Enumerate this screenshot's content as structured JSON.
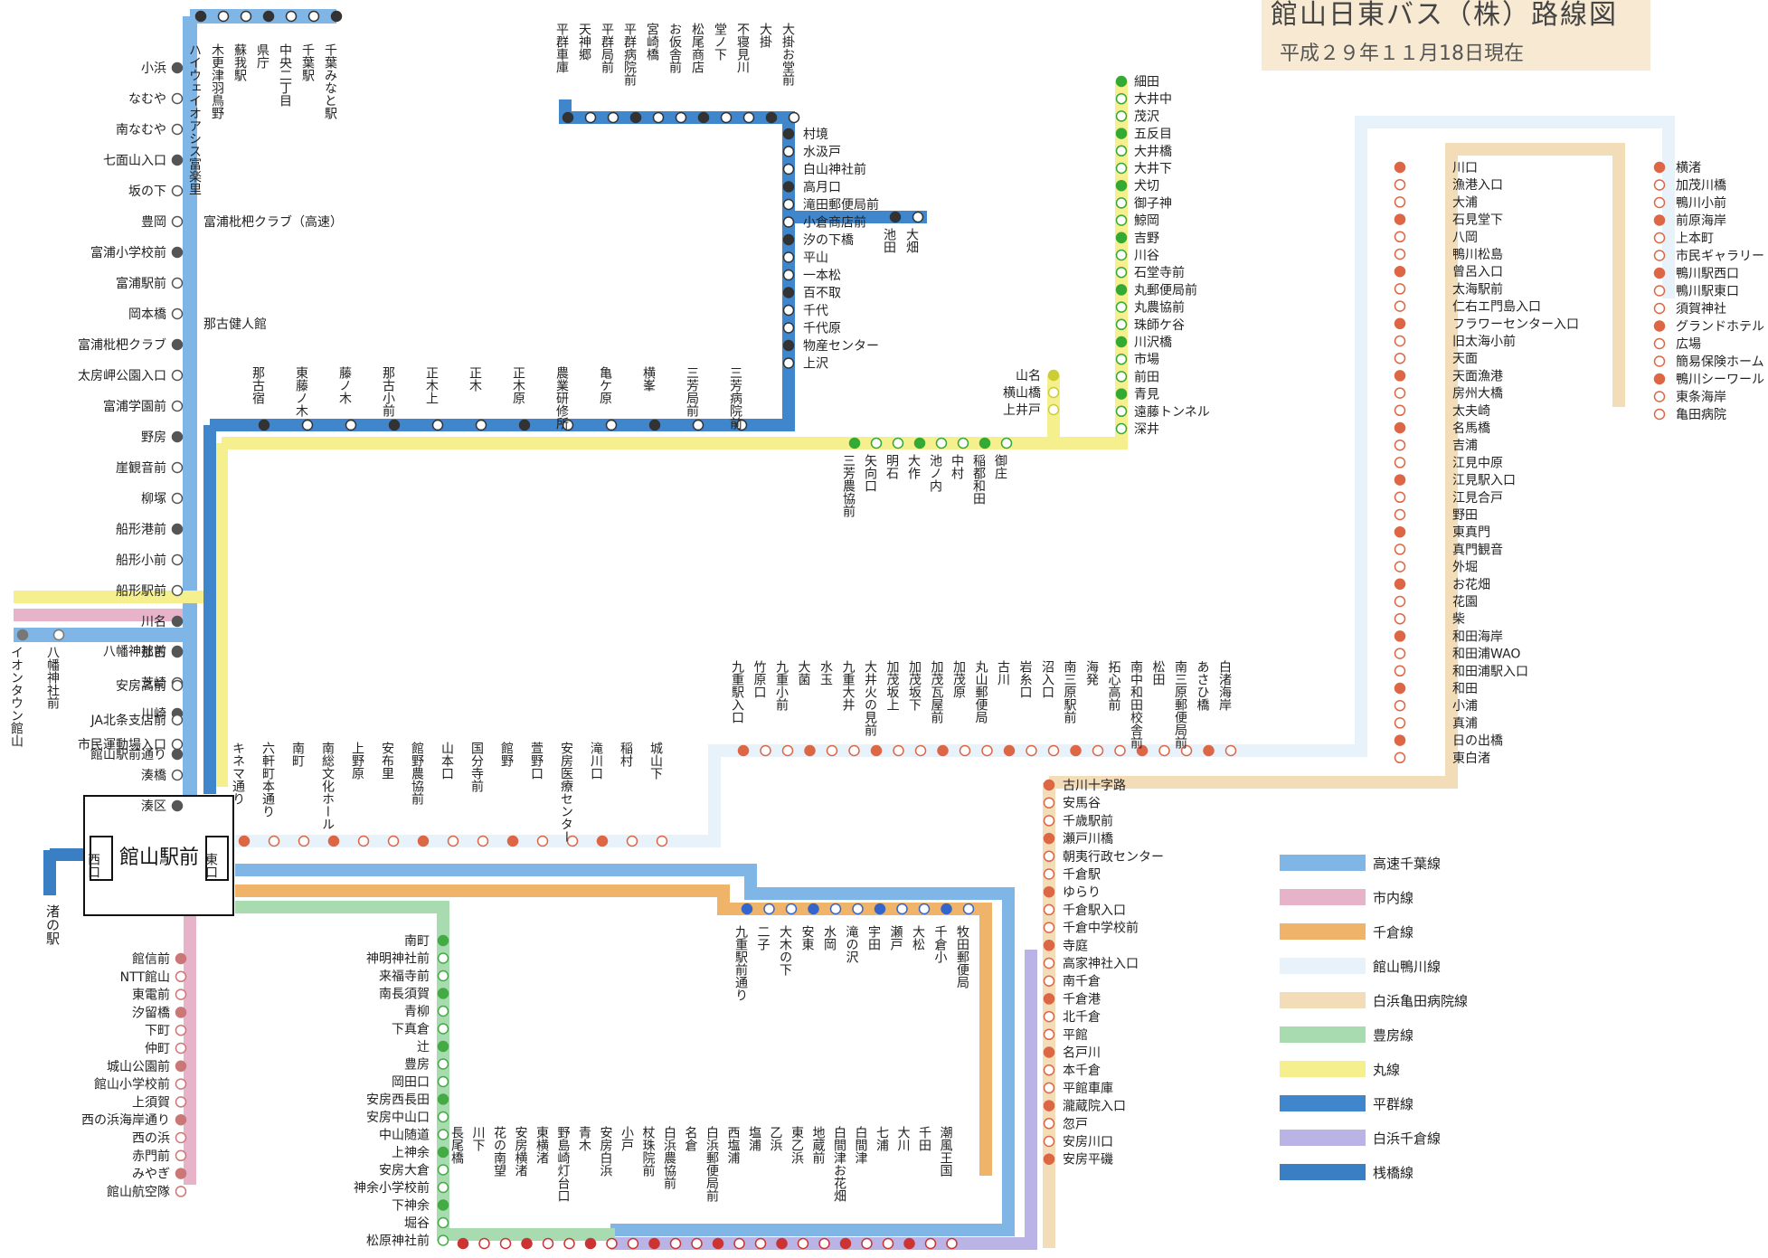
{
  "header": {
    "title": "館山日東バス（株）路線図",
    "date": "平成２９年１１月18日現在"
  },
  "legend": [
    {
      "name": "高速千葉線",
      "color": "#7fb6e6"
    },
    {
      "name": "市内線",
      "color": "#e6b3c9"
    },
    {
      "name": "千倉線",
      "color": "#f0b36a"
    },
    {
      "name": "館山鴨川線",
      "color": "#e8f2fb"
    },
    {
      "name": "白浜亀田病院線",
      "color": "#f3dcb8"
    },
    {
      "name": "豊房線",
      "color": "#a8dcb0"
    },
    {
      "name": "丸線",
      "color": "#f6ef8e"
    },
    {
      "name": "平群線",
      "color": "#3f86cc"
    },
    {
      "name": "白浜千倉線",
      "color": "#b9b3e6"
    },
    {
      "name": "桟橋線",
      "color": "#3a7fc4"
    }
  ],
  "center": {
    "station": "館山駅前",
    "west_exit": "西口",
    "east_exit": "東口",
    "nagisa": "渚の駅"
  },
  "kosoku_top": [
    "千葉みなと駅",
    "千葉駅",
    "中央二丁目",
    "県庁",
    "蘇我駅",
    "木更津羽鳥野",
    "ハイウェイオアシス富楽里"
  ],
  "kosoku_left": [
    "小浜",
    "なむや",
    "南なむや",
    "七面山入口",
    "坂の下",
    "豊岡",
    "富浦小学校前",
    "富浦駅前",
    "岡本橋",
    "富浦枇杷クラブ",
    "太房岬公園入口",
    "富浦学園前",
    "野房",
    "崖観音前",
    "柳塚",
    "船形港前",
    "船形小前",
    "船形駅前",
    "川名",
    "那古",
    "芝崎",
    "川崎",
    "市民運動場入口",
    "湊橋",
    "湊区"
  ],
  "kosoku_extra": {
    "biwa": "富浦枇杷クラブ（高速）",
    "nago_ken": "那古健人館"
  },
  "left_lower": [
    "八幡神社前",
    "安房高前",
    "JA北条支店前",
    "館山駅前通り"
  ],
  "left_vertical": [
    "イオンタウン館山",
    "八幡神社前"
  ],
  "heguri_row": [
    "那古宿",
    "東藤ノ木",
    "藤ノ木",
    "那古小前",
    "正木上",
    "正木",
    "正木原",
    "農業研修所",
    "亀ケ原",
    "横峯",
    "三芳局前",
    "三芳病院前"
  ],
  "heguri_top": [
    "平群車庫",
    "天神郷",
    "平群局前",
    "平群病院前",
    "宮崎橋",
    "お仮舎前",
    "松尾商店",
    "堂ノ下",
    "不寝見川",
    "大掛",
    "大掛お堂前"
  ],
  "heguri_right": [
    "村境",
    "水汲戸",
    "白山神社前",
    "高月口",
    "滝田郵便局前",
    "小倉商店前",
    "汐の下橋",
    "平山",
    "一本松",
    "百不取",
    "千代",
    "千代原",
    "物産センター",
    "上沢"
  ],
  "heguri_branch": [
    "池田",
    "大畑"
  ],
  "maru_top": [
    "細田",
    "大井中",
    "茂沢",
    "五反目",
    "大井橋",
    "大井下",
    "犬切",
    "御子神",
    "鯨岡",
    "吉野",
    "川谷",
    "石堂寺前",
    "丸郵便局前",
    "丸農協前",
    "珠師ケ谷",
    "川沢橋",
    "市場",
    "前田",
    "青見",
    "遠藤トンネル",
    "深井"
  ],
  "maru_row": [
    "三芳農協前",
    "矢向口",
    "明石",
    "大作",
    "池ノ内",
    "中村",
    "稲都和田",
    "御庄"
  ],
  "yamana": [
    "山名",
    "横山橋",
    "上井戸"
  ],
  "shinai_left": [
    "館信前",
    "NTT館山",
    "東電前",
    "汐留橋",
    "下町",
    "仲町",
    "城山公園前",
    "館山小学校前",
    "上須賀",
    "西の浜海岸通り",
    "西の浜",
    "赤門前",
    "みやぎ",
    "館山航空隊"
  ],
  "kamogawa_row": [
    "九重駅入口",
    "竹原口",
    "九重小前",
    "大菌",
    "水玉",
    "九重大井",
    "大井火の見前",
    "加茂坂上",
    "加茂坂下",
    "加茂瓦屋前",
    "加茂原",
    "丸山郵便局",
    "古川",
    "岩糸口",
    "沼入口",
    "南三原駅前",
    "海発",
    "拓心高前",
    "南中和田校舎前",
    "松田",
    "南三原郵便局前",
    "あさひ橋",
    "白渚海岸"
  ],
  "hojo_row": [
    "キネマ通り",
    "六軒町本通り",
    "南町",
    "南総文化ホール",
    "上野原",
    "安布里",
    "館野農協前",
    "山本口",
    "国分寺前",
    "館野",
    "萱野口",
    "安房医療センター",
    "滝川口",
    "稲村",
    "城山下"
  ],
  "kamogawa_right": [
    "川口",
    "漁港入口",
    "大浦",
    "石見堂下",
    "八岡",
    "鴨川松島",
    "曾呂入口",
    "太海駅前",
    "仁右エ門島入口",
    "フラワーセンター入口",
    "旧太海小前",
    "天面",
    "天面漁港",
    "房州大橋",
    "太夫崎",
    "名馬橋",
    "吉浦",
    "江見中原",
    "江見駅入口",
    "江見合戸",
    "野田",
    "東真門",
    "真門観音",
    "外堀",
    "お花畑",
    "花園",
    "柴",
    "和田海岸",
    "和田浦WAO",
    "和田浦駅入口",
    "和田",
    "小浦",
    "真浦",
    "日の出橋",
    "東白渚"
  ],
  "kameda": [
    "横渚",
    "加茂川橋",
    "鴨川小前",
    "前原海岸",
    "上本町",
    "市民ギャラリー",
    "鴨川駅西口",
    "鴨川駅東口",
    "須賀神社",
    "グランドホテル",
    "広場",
    "簡易保険ホーム",
    "鴨川シーワールド",
    "東条海岸",
    "亀田病院"
  ],
  "chikura_row": [
    "九重駅前通り",
    "二子",
    "大木の下",
    "安東",
    "水岡",
    "滝の沢",
    "宇田",
    "瀬戸",
    "大松",
    "千倉小",
    "牧田郵便局"
  ],
  "chikura_right": [
    "古川十字路",
    "安馬谷",
    "千歳駅前",
    "瀬戸川橋",
    "朝夷行政センター",
    "千倉駅",
    "ゆらり",
    "千倉駅入口",
    "千倉中学校前",
    "寺庭",
    "高家神社入口",
    "南千倉",
    "千倉港",
    "北千倉",
    "平館",
    "名戸川",
    "本千倉",
    "平館車庫",
    "瀧蔵院入口",
    "忽戸",
    "安房川口",
    "安房平磯"
  ],
  "toyofusa_left": [
    "南町",
    "神明神社前",
    "来福寺前",
    "南長須賀",
    "青柳",
    "下真倉",
    "辻",
    "豊房",
    "岡田口",
    "安房西長田",
    "安房中山口",
    "中山随道",
    "上神余",
    "安房大倉",
    "神余小学校前",
    "下神余",
    "堀谷",
    "松原神社前"
  ],
  "shirahama_row": [
    "長尾橋",
    "川下",
    "花の南望",
    "安房横渚",
    "東横渚",
    "野島崎灯台口",
    "青木",
    "安房白浜",
    "小戸",
    "杖珠院前",
    "白浜農協前",
    "名倉",
    "白浜郵便局前",
    "西塩浦",
    "塩浦",
    "乙浜",
    "東乙浜",
    "地蔵前",
    "白間津お花畑",
    "白間津",
    "七浦",
    "大川",
    "千田",
    "潮風王国"
  ]
}
